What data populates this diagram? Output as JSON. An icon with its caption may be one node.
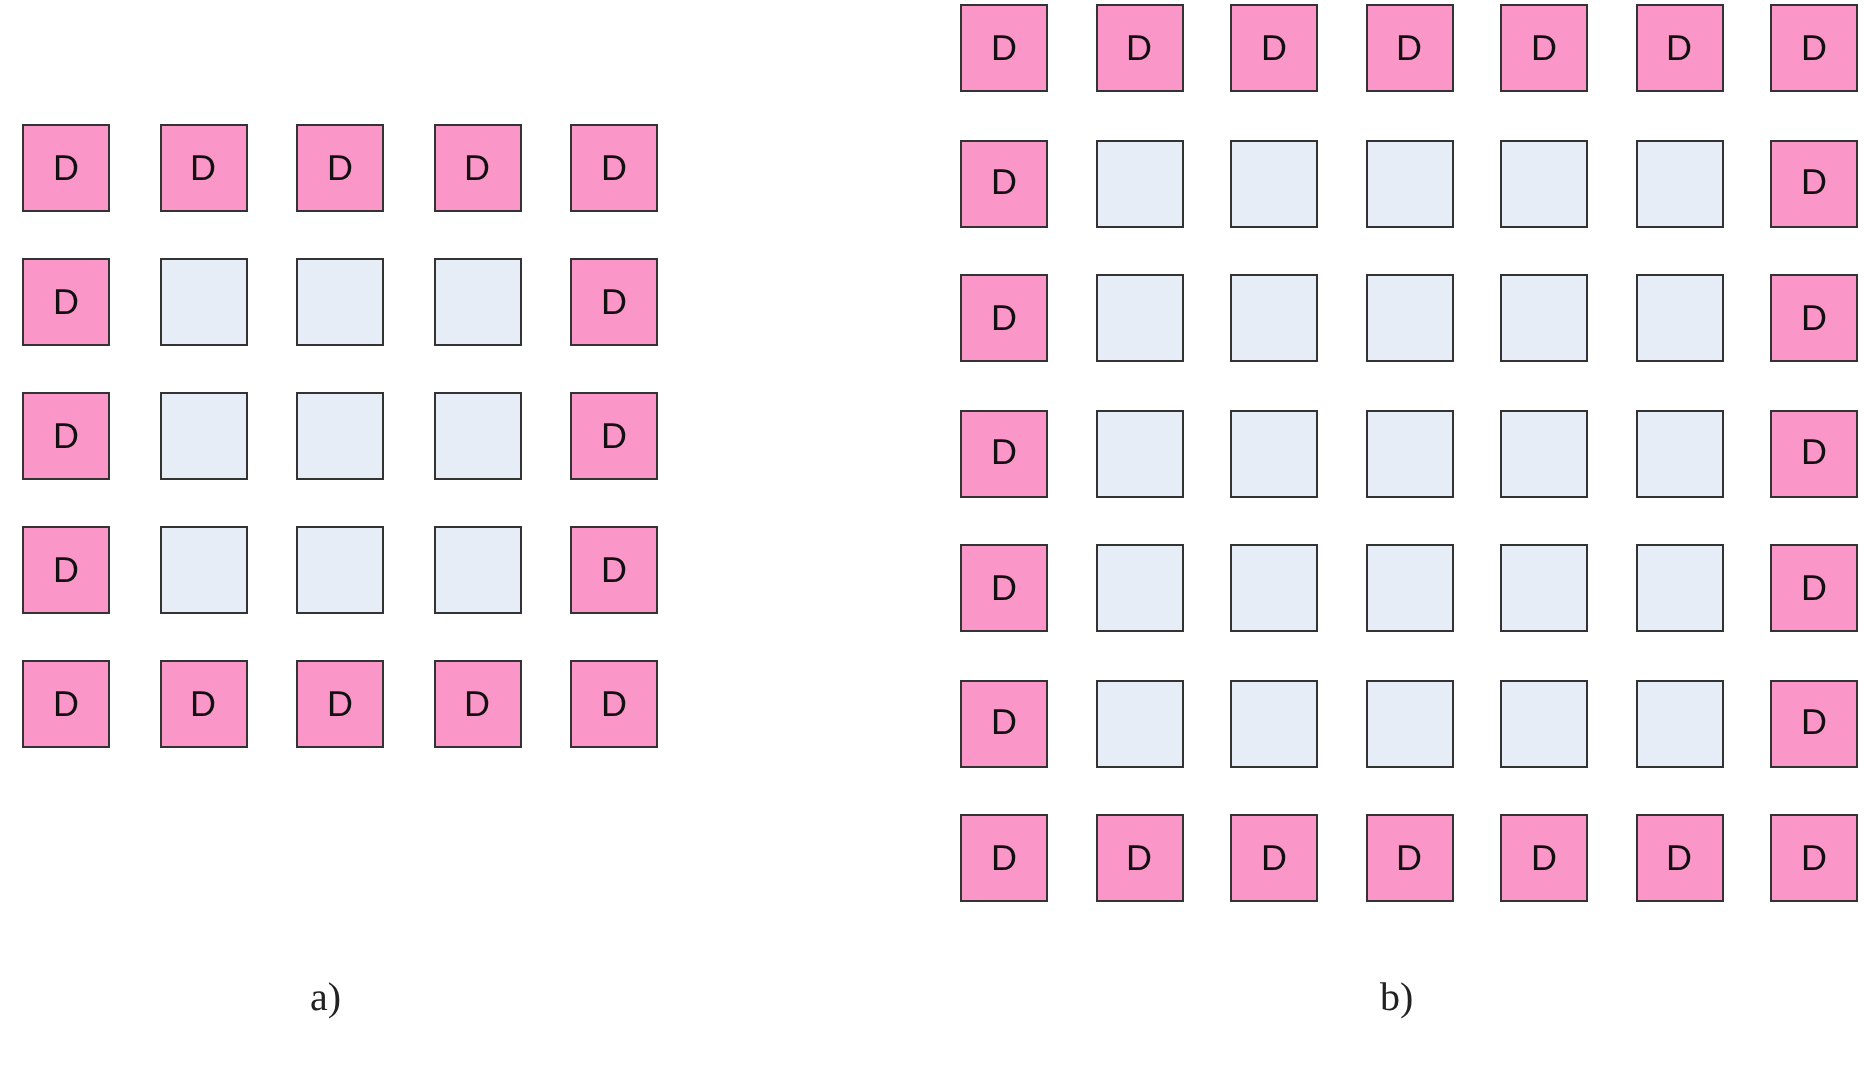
{
  "diagram": {
    "nodes": [
      {
        "text": [
          "D"
        ]
      },
      {
        "text": [
          "D"
        ]
      },
      {
        "text": [
          "D"
        ]
      },
      {
        "text": [
          "D"
        ]
      },
      {
        "text": [
          "D"
        ]
      },
      {
        "text": [
          "D"
        ]
      },
      {
        "text": [],
        "shape": "box"
      },
      {
        "text": [],
        "shape": "box"
      },
      {
        "text": [],
        "shape": "box"
      },
      {
        "text": [
          "D"
        ]
      },
      {
        "text": [
          "D"
        ]
      },
      {
        "text": [],
        "shape": "box"
      },
      {
        "text": [],
        "shape": "box"
      },
      {
        "text": [],
        "shape": "box"
      },
      {
        "text": [
          "D"
        ]
      },
      {
        "text": [
          "D"
        ]
      },
      {
        "text": [],
        "shape": "box"
      },
      {
        "text": [],
        "shape": "box"
      },
      {
        "text": [],
        "shape": "box"
      },
      {
        "text": [
          "D"
        ]
      },
      {
        "text": [
          "D"
        ]
      },
      {
        "text": [
          "D"
        ]
      },
      {
        "text": [
          "D"
        ]
      },
      {
        "text": [
          "D"
        ]
      },
      {
        "text": [
          "D"
        ]
      },
      {
        "text": [
          "D"
        ]
      },
      {
        "text": [
          "D"
        ]
      },
      {
        "text": [
          "D"
        ]
      },
      {
        "text": [
          "D"
        ]
      },
      {
        "text": [
          "D"
        ]
      },
      {
        "text": [
          "D"
        ]
      },
      {
        "text": [
          "D"
        ]
      },
      {
        "text": [
          "D"
        ]
      },
      {
        "text": [],
        "shape": "box"
      },
      {
        "text": [],
        "shape": "box"
      },
      {
        "text": [],
        "shape": "box"
      },
      {
        "text": [],
        "shape": "box"
      },
      {
        "text": [],
        "shape": "box"
      },
      {
        "text": [
          "D"
        ]
      },
      {
        "text": [
          "D"
        ]
      },
      {
        "text": [],
        "shape": "box"
      },
      {
        "text": [],
        "shape": "box"
      },
      {
        "text": [],
        "shape": "box"
      },
      {
        "text": [],
        "shape": "box"
      },
      {
        "text": [],
        "shape": "box"
      },
      {
        "text": [
          "D"
        ]
      },
      {
        "text": [
          "D"
        ]
      },
      {
        "text": [],
        "shape": "box"
      },
      {
        "text": [],
        "shape": "box"
      },
      {
        "text": [],
        "shape": "box"
      },
      {
        "text": [],
        "shape": "box"
      },
      {
        "text": [],
        "shape": "box"
      },
      {
        "text": [
          "D"
        ]
      },
      {
        "text": [
          "D"
        ]
      },
      {
        "text": [],
        "shape": "box"
      },
      {
        "text": [],
        "shape": "box"
      },
      {
        "text": [],
        "shape": "box"
      },
      {
        "text": [],
        "shape": "box"
      },
      {
        "text": [],
        "shape": "box"
      },
      {
        "text": [
          "D"
        ]
      },
      {
        "text": [
          "D"
        ]
      },
      {
        "text": [],
        "shape": "box"
      },
      {
        "text": [],
        "shape": "box"
      },
      {
        "text": [],
        "shape": "box"
      },
      {
        "text": [],
        "shape": "box"
      },
      {
        "text": [],
        "shape": "box"
      },
      {
        "text": [
          "D"
        ]
      },
      {
        "text": [
          "D"
        ]
      },
      {
        "text": [
          "D"
        ]
      },
      {
        "text": [
          "D"
        ]
      },
      {
        "text": [
          "D"
        ]
      },
      {
        "text": [
          "D"
        ]
      },
      {
        "text": [
          "D"
        ]
      },
      {
        "text": [
          "D"
        ]
      }
    ],
    "labels": [
      "a)",
      "b)"
    ]
  }
}
